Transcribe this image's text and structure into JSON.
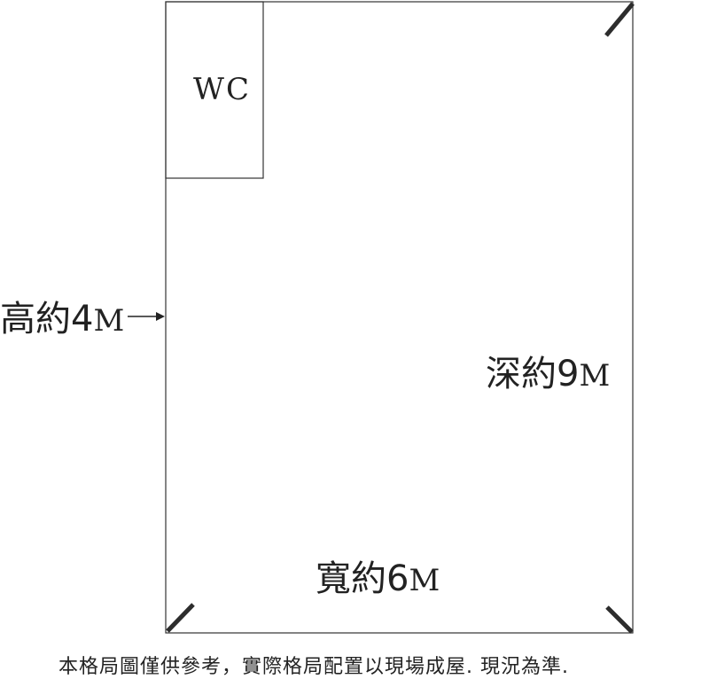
{
  "labels": {
    "wc": "WC",
    "height_prefix": "高約",
    "height_num": "4",
    "height_unit": "M",
    "depth_prefix": "深約",
    "depth_num": "9",
    "depth_unit": "M",
    "width_prefix": "寬約",
    "width_num": "6",
    "width_unit": "M"
  },
  "note": "本格局圖僅供參考，實際格局配置以現場成屋. 現況為準."
}
